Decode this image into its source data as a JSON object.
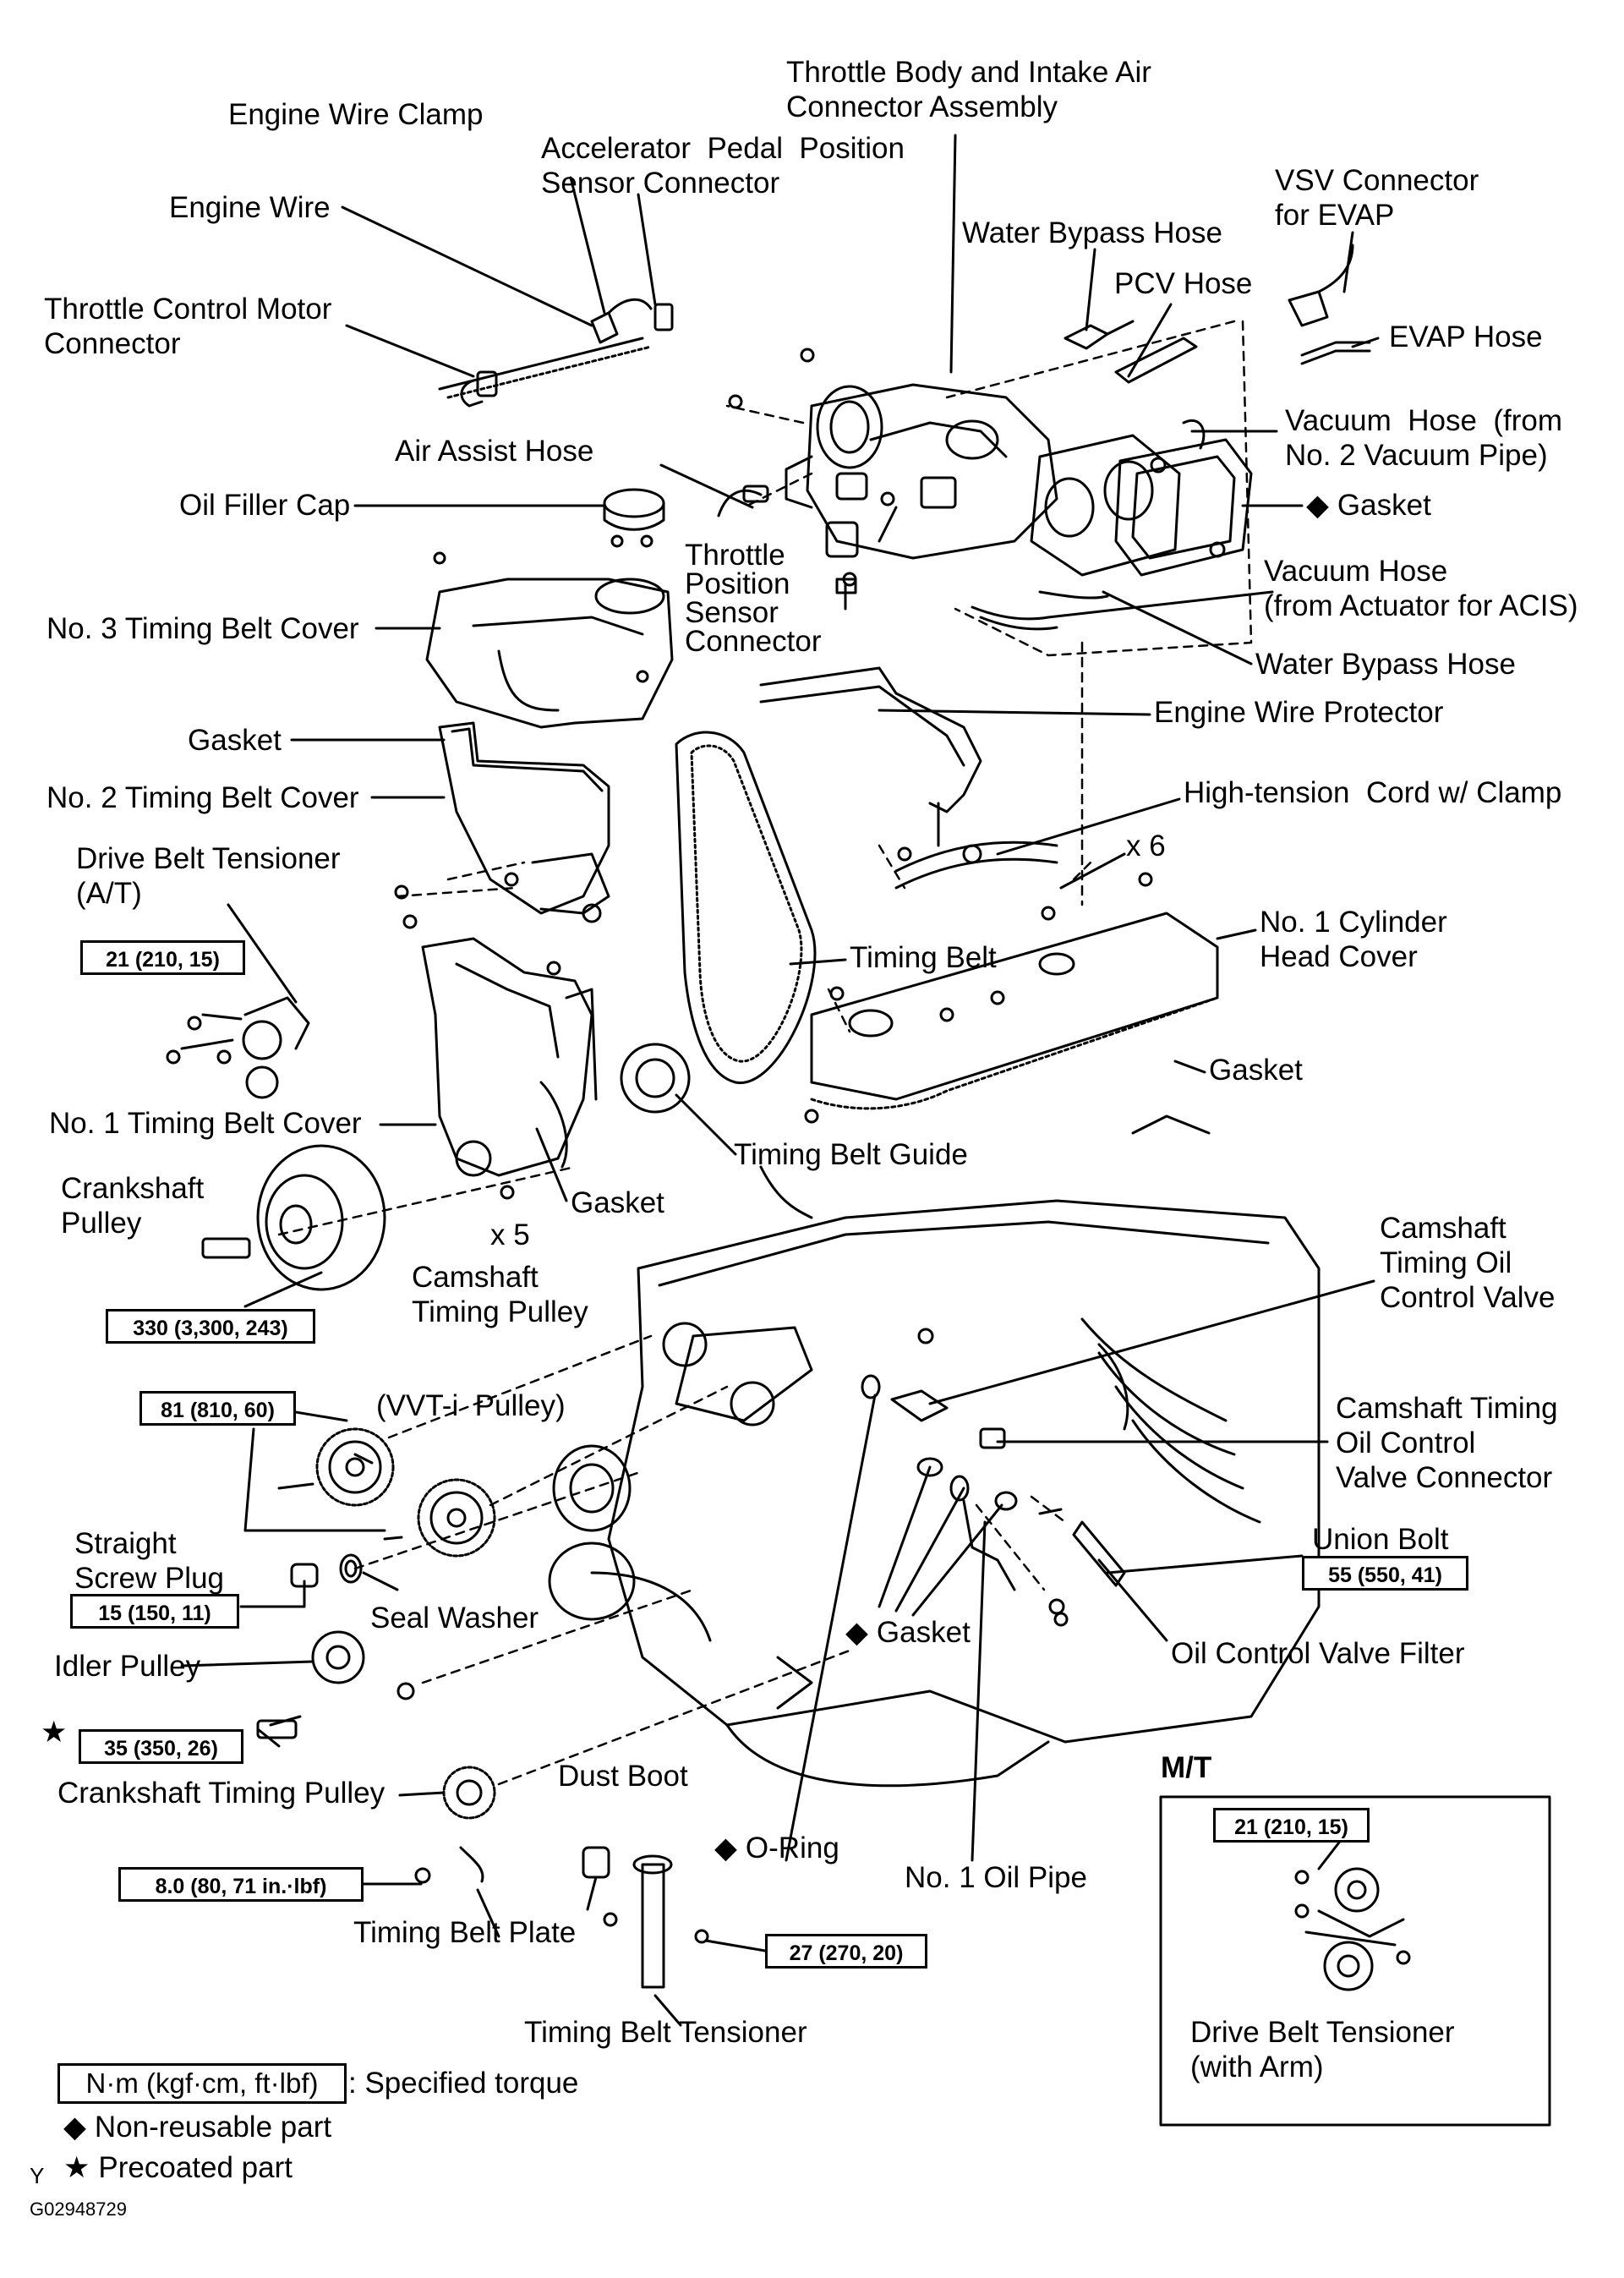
{
  "markers": {
    "non_reusable": "◆",
    "precoated": "★"
  },
  "labels": {
    "throttle_body": "Throttle Body and Intake Air\nConnector Assembly",
    "engine_wire_clamp": "Engine Wire Clamp",
    "accel_pedal_sensor": "Accelerator  Pedal  Position\nSensor Connector",
    "engine_wire": "Engine Wire",
    "throttle_motor_conn": "Throttle Control Motor\nConnector",
    "water_bypass_hose_top": "Water Bypass Hose",
    "pcv_hose": "PCV Hose",
    "vsv_connector": "VSV Connector\nfor EVAP",
    "evap_hose": "EVAP Hose",
    "air_assist_hose": "Air Assist Hose",
    "vacuum_hose_no2": "Vacuum  Hose  (from\nNo. 2 Vacuum Pipe)",
    "oil_filler_cap": "Oil Filler Cap",
    "gasket_intake": "Gasket",
    "throttle_pos_sensor": "Throttle\nPosition\nSensor\nConnector",
    "vacuum_hose_acis": "Vacuum Hose\n(from Actuator for ACIS)",
    "no3_cover": "No. 3 Timing Belt Cover",
    "water_bypass_hose_low": "Water Bypass Hose",
    "engine_wire_protector": "Engine Wire Protector",
    "gasket_top": "Gasket",
    "no2_cover": "No. 2 Timing Belt Cover",
    "high_tension_cord": "High-tension  Cord w/ Clamp",
    "x6": "x 6",
    "drive_belt_tensioner_at": "Drive Belt Tensioner\n(A/T)",
    "no1_head_cover": "No. 1 Cylinder\nHead Cover",
    "timing_belt": "Timing Belt",
    "gasket_head": "Gasket",
    "no1_cover": "No. 1 Timing Belt Cover",
    "timing_belt_guide": "Timing Belt Guide",
    "crankshaft_pulley": "Crankshaft\nPulley",
    "gasket_cover1": "Gasket",
    "x5": "x 5",
    "camshaft_timing_oil_valve": "Camshaft\nTiming Oil\nControl Valve",
    "camshaft_timing_pulley": "Camshaft\nTiming Pulley",
    "vvti_pulley": "(VVT-i  Pulley)",
    "cam_valve_connector": "Camshaft Timing\nOil Control\nValve Connector",
    "straight_screw_plug": "Straight\nScrew Plug",
    "union_bolt": "Union Bolt",
    "seal_washer": "Seal Washer",
    "idler_pulley": "Idler Pulley",
    "gasket_oilpipe": "Gasket",
    "oil_valve_filter": "Oil Control Valve Filter",
    "crank_timing_pulley": "Crankshaft Timing Pulley",
    "dust_boot": "Dust Boot",
    "mt_title": "M/T",
    "o_ring": "O-Ring",
    "no1_oil_pipe": "No. 1 Oil Pipe",
    "timing_belt_plate": "Timing Belt Plate",
    "timing_belt_tensioner": "Timing Belt Tensioner",
    "drive_belt_tensioner_arm": "Drive Belt Tensioner\n(with Arm)"
  },
  "torques": {
    "t21_at": "21 (210, 15)",
    "t330": "330 (3,300, 243)",
    "t81": "81 (810, 60)",
    "t15": "15 (150, 11)",
    "t35": "35 (350, 26)",
    "t8": "8.0 (80, 71 in.·lbf)",
    "t27": "27 (270, 20)",
    "t55": "55 (550, 41)",
    "t21_mt": "21 (210, 15)"
  },
  "legend": {
    "torque_unit": "N·m (kgf·cm, ft·lbf)",
    "torque_desc": ": Specified torque",
    "non_reusable": "Non-reusable part",
    "precoated": "Precoated part"
  },
  "footer": {
    "y_mark": "Y",
    "figure_code": "G02948729"
  }
}
